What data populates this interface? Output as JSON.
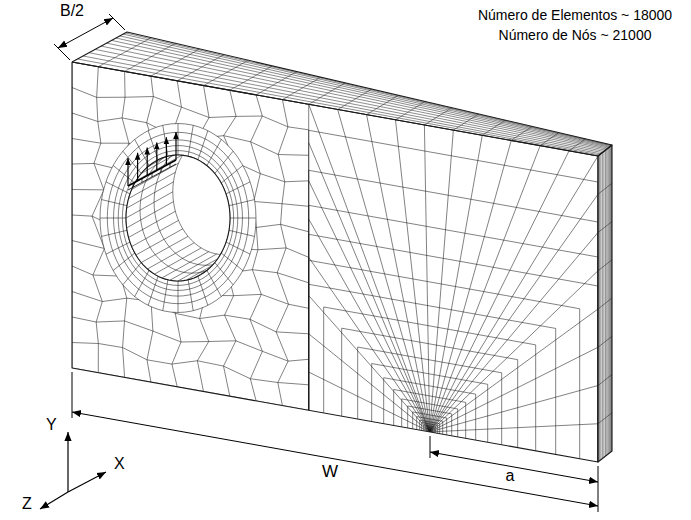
{
  "diagram": {
    "labels": [
      "B/2",
      "Número de Elementos ~ 18000",
      "Número de Nós ~ 21000",
      "W",
      "a",
      "Y",
      "X",
      "Z"
    ]
  }
}
